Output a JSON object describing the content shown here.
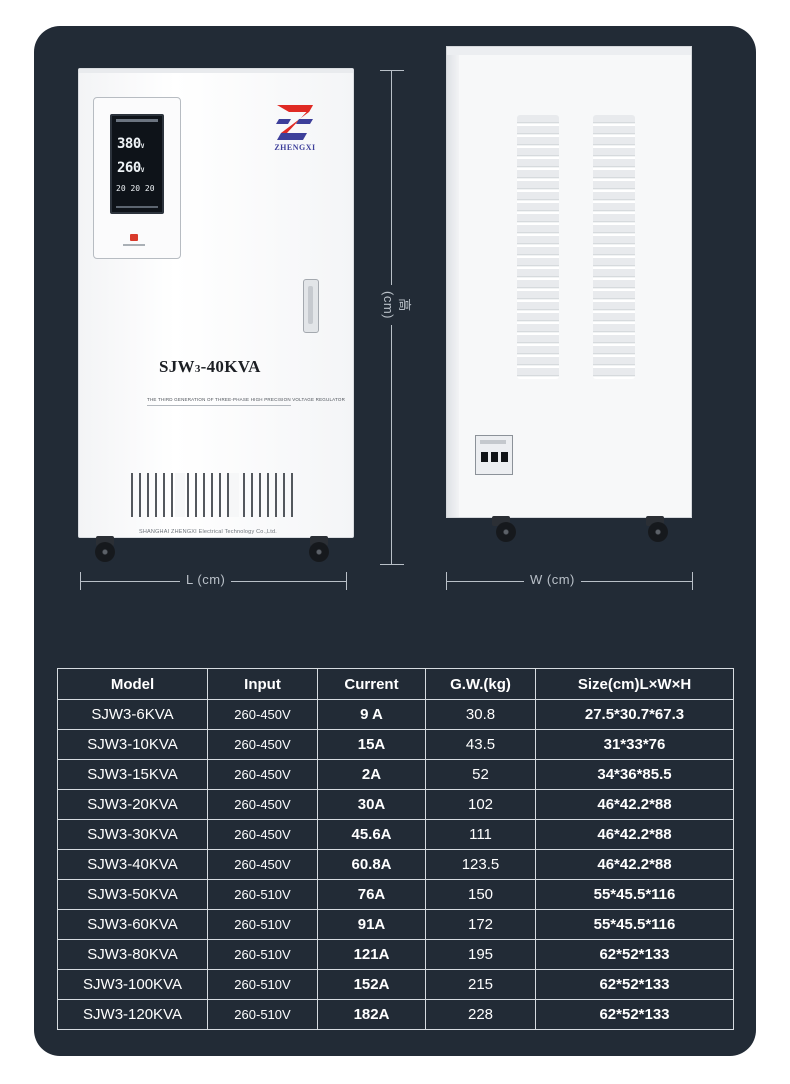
{
  "front_unit": {
    "display_line1": "380",
    "display_line1_unit": "V",
    "display_line2": "260",
    "display_line2_unit": "V",
    "display_line3": "20 20 20",
    "brand": "ZHENGXI",
    "model_label": "SJW3-40KVA",
    "model_prefix": "SJW",
    "model_sub": "3",
    "model_suffix": "-40KVA",
    "tagline": "THE THIRD GENERATION OF THREE-PHASE HIGH PRECISION VOLTAGE REGULATOR",
    "company": "SHANGHAI ZHENGXI Electrical Technology Co.,Ltd."
  },
  "dimensions": {
    "length_label": "L (cm)",
    "width_label": "W (cm)",
    "height_label": "高(cm)"
  },
  "colors": {
    "background": "#222b36",
    "brand_red": "#e02a24",
    "brand_blue": "#3d3f9a",
    "text": "#ffffff",
    "table_border": "#d6dbe0"
  },
  "table": {
    "headers": [
      "Model",
      "Input",
      "Current",
      "G.W.(kg)",
      "Size(cm)L×W×H"
    ],
    "rows": [
      [
        "SJW3-6KVA",
        "260-450V",
        "9 A",
        "30.8",
        "27.5*30.7*67.3"
      ],
      [
        "SJW3-10KVA",
        "260-450V",
        "15A",
        "43.5",
        "31*33*76"
      ],
      [
        "SJW3-15KVA",
        "260-450V",
        "2A",
        "52",
        "34*36*85.5"
      ],
      [
        "SJW3-20KVA",
        "260-450V",
        "30A",
        "102",
        "46*42.2*88"
      ],
      [
        "SJW3-30KVA",
        "260-450V",
        "45.6A",
        "111",
        "46*42.2*88"
      ],
      [
        "SJW3-40KVA",
        "260-450V",
        "60.8A",
        "123.5",
        "46*42.2*88"
      ],
      [
        "SJW3-50KVA",
        "260-510V",
        "76A",
        "150",
        "55*45.5*116"
      ],
      [
        "SJW3-60KVA",
        "260-510V",
        "91A",
        "172",
        "55*45.5*116"
      ],
      [
        "SJW3-80KVA",
        "260-510V",
        "121A",
        "195",
        "62*52*133"
      ],
      [
        "SJW3-100KVA",
        "260-510V",
        "152A",
        "215",
        "62*52*133"
      ],
      [
        "SJW3-120KVA",
        "260-510V",
        "182A",
        "228",
        "62*52*133"
      ]
    ]
  }
}
